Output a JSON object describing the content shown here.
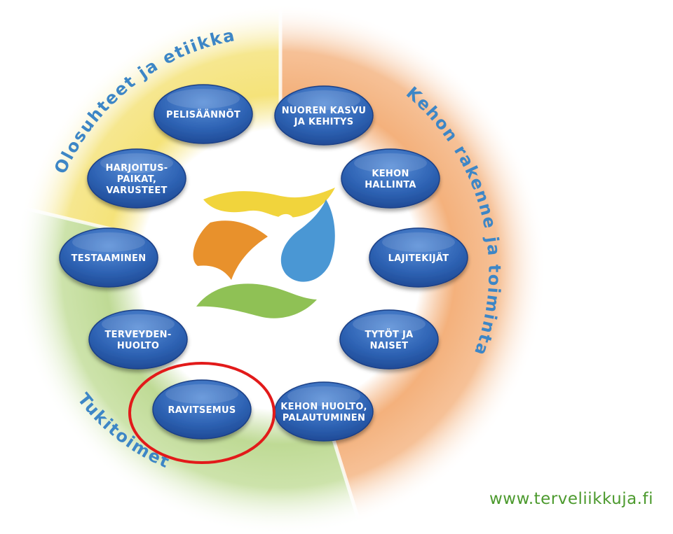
{
  "sectors": [
    {
      "label": "Olosuhteet ja etiikka",
      "color": "#f4e06c"
    },
    {
      "label": "Kehon rakenne ja toiminta",
      "color": "#f2a66a"
    },
    {
      "label": "Tukitoimet",
      "color": "#b5d486"
    }
  ],
  "topics": [
    {
      "id": "pelisaannot",
      "lines": [
        "PELISÄÄNNÖT"
      ],
      "highlighted": false
    },
    {
      "id": "nuoren-kasvu",
      "lines": [
        "NUOREN KASVU",
        "JA KEHITYS"
      ],
      "highlighted": false
    },
    {
      "id": "harjoituspaikat",
      "lines": [
        "HARJOITUS-",
        "PAIKAT,",
        "VARUSTEET"
      ],
      "highlighted": false
    },
    {
      "id": "kehon-hallinta",
      "lines": [
        "KEHON",
        "HALLINTA"
      ],
      "highlighted": false
    },
    {
      "id": "testaaminen",
      "lines": [
        "TESTAAMINEN"
      ],
      "highlighted": false
    },
    {
      "id": "lajitekijat",
      "lines": [
        "LAJITEKIJÄT"
      ],
      "highlighted": false
    },
    {
      "id": "terveydenhuolto",
      "lines": [
        "TERVEYDEN-",
        "HUOLTO"
      ],
      "highlighted": false
    },
    {
      "id": "tytot-naiset",
      "lines": [
        "TYTÖT JA",
        "NAISET"
      ],
      "highlighted": false
    },
    {
      "id": "ravitsemus",
      "lines": [
        "RAVITSEMUS"
      ],
      "highlighted": true
    },
    {
      "id": "kehon-huolto",
      "lines": [
        "KEHON HUOLTO,",
        "PALAUTUMINEN"
      ],
      "highlighted": false
    }
  ],
  "oval_color": "#2e63b4",
  "highlight_color": "#e21a1a",
  "logo_colors": {
    "yellow": "#f1d43c",
    "orange": "#e8912c",
    "blue": "#4a97d4",
    "green": "#8fc155"
  },
  "website": "www.terveliikkuja.fi"
}
